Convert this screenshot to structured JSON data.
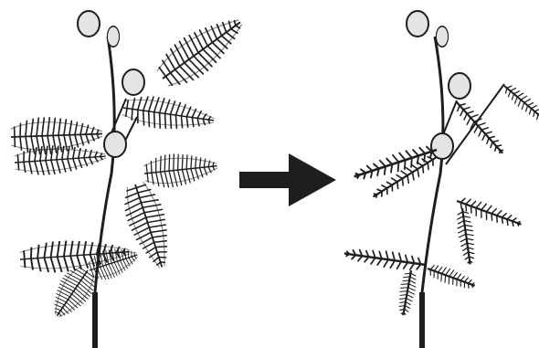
{
  "figure": {
    "panels": [
      {
        "state": "before",
        "description_hidden": true,
        "leaves": "open"
      },
      {
        "state": "after",
        "description_hidden": true,
        "leaves": "folded"
      }
    ],
    "arrow_icon": "right-arrow-icon",
    "colors": {
      "ink": "#1e1e1e",
      "flower_fill": "#e4e4e4",
      "background": "#ffffff"
    }
  }
}
